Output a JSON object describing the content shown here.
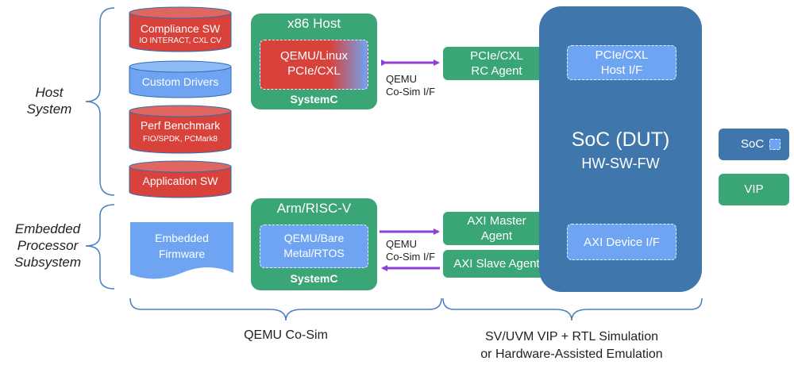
{
  "left_labels": {
    "host_system": "Host\nSystem",
    "embedded": "Embedded\nProcessor\nSubsystem"
  },
  "cylinders": [
    {
      "title": "Compliance SW",
      "subtitle": "IO INTERACT, CXL CV",
      "color": "#d9423b"
    },
    {
      "title": "Custom Drivers",
      "subtitle": "",
      "color": "#6fa4f2"
    },
    {
      "title": "Perf Benchmark",
      "subtitle": "FIO/SPDK, PCMark8",
      "color": "#d9423b"
    },
    {
      "title": "Application SW",
      "subtitle": "",
      "color": "#d9423b"
    }
  ],
  "firmware": {
    "label": "Embedded\nFirmware"
  },
  "x86": {
    "title": "x86 Host",
    "inner": "QEMU/Linux\nPCIe/CXL",
    "footer": "SystemC"
  },
  "arm": {
    "title": "Arm/RISC-V",
    "inner": "QEMU/Bare\nMetal/RTOS",
    "footer": "SystemC"
  },
  "cosim_top": "QEMU\nCo-Sim I/F",
  "cosim_bottom": "QEMU\nCo-Sim I/F",
  "agents": {
    "pcie_rc": "PCIe/CXL\nRC Agent",
    "axi_master": "AXI Master\nAgent",
    "axi_slave": "AXI Slave Agent"
  },
  "soc": {
    "title": "SoC (DUT)",
    "subtitle": "HW-SW-FW",
    "host_if": "PCIe/CXL\nHost I/F",
    "axi_if": "AXI Device I/F"
  },
  "legend": {
    "soc": "SoC",
    "vip": "VIP"
  },
  "bottom": {
    "left": "QEMU Co-Sim",
    "right": "SV/UVM VIP + RTL Simulation\nor Hardware-Assisted Emulation"
  },
  "colors": {
    "green": "#3aa575",
    "soc_blue": "#3f77ad",
    "light_blue": "#6fa4f2",
    "red": "#d9423b",
    "purple": "#8e3fd6"
  }
}
